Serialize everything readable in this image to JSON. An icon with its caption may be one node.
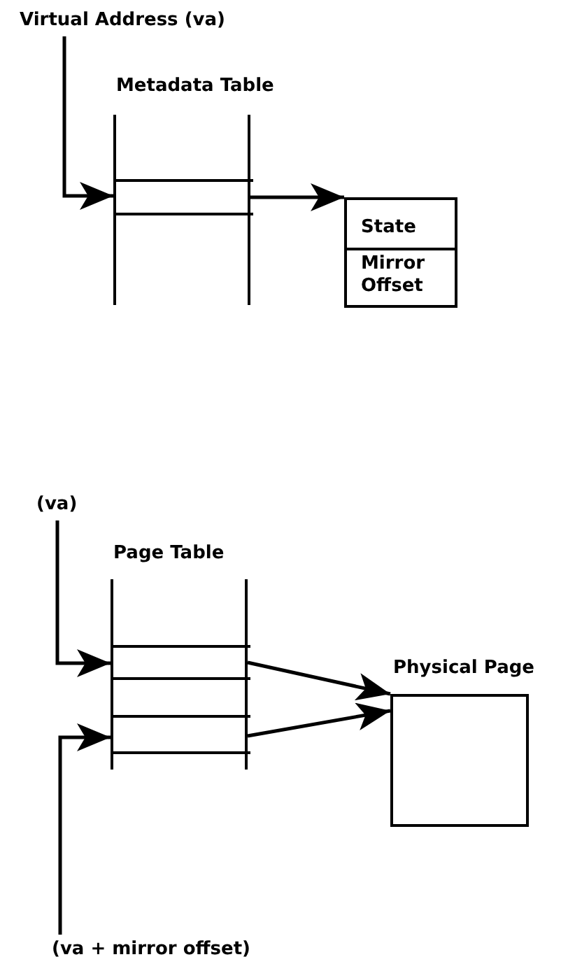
{
  "diagram": {
    "nodes": [
      {
        "text": [
          "Virtual Address (va)"
        ]
      },
      {
        "text": [
          "Metadata Table"
        ]
      },
      {
        "text": [],
        "shape": "box",
        "in": 1
      },
      {
        "text": [
          "State",
          "Mirror Offset"
        ]
      },
      {
        "text": [
          "(va)"
        ]
      },
      {
        "text": [
          "Page Table"
        ]
      },
      {
        "text": [],
        "shape": "box",
        "in": 5
      },
      {
        "text": [],
        "shape": "box",
        "in": 5
      },
      {
        "text": [],
        "shape": "box",
        "in": 5
      },
      {
        "text": [
          "Physical Page"
        ]
      },
      {
        "text": [
          "(va + mirror offset)"
        ]
      }
    ],
    "edges": [
      {
        "from": 0,
        "to": 2,
        "arrow": "to"
      },
      {
        "from": 2,
        "to": 3,
        "arrow": "to"
      },
      {
        "from": 4,
        "to": 6,
        "arrow": "to"
      },
      {
        "from": 10,
        "to": 8,
        "arrow": "to"
      },
      {
        "from": 6,
        "to": 9,
        "arrow": "to"
      },
      {
        "from": 8,
        "to": 9,
        "arrow": "to"
      }
    ]
  }
}
